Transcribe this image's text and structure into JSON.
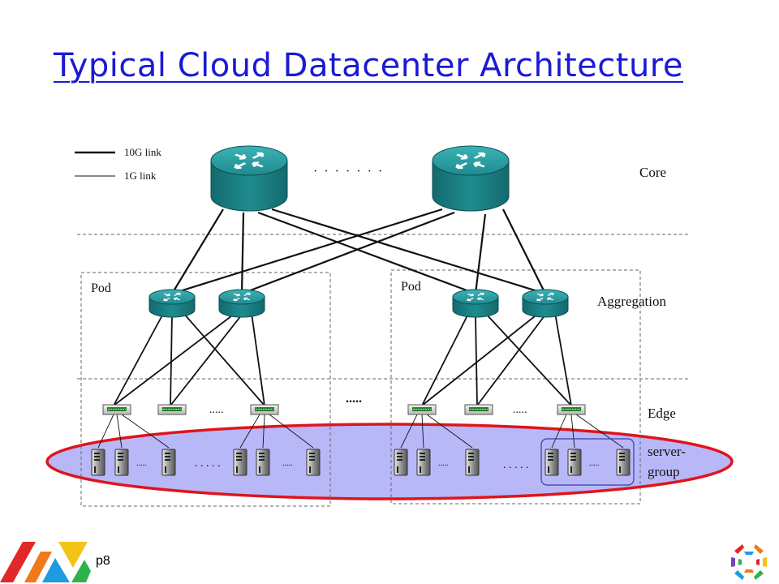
{
  "slide": {
    "title": "Typical Cloud Datacenter Architecture",
    "page_number": "p8"
  },
  "legend": {
    "link_10g": "10G link",
    "link_1g": "1G link"
  },
  "layers": {
    "core": "Core",
    "aggregation": "Aggregation",
    "edge": "Edge",
    "server_group_line1": "server-",
    "server_group_line2": "group"
  },
  "pods": {
    "left_label": "Pod",
    "right_label": "Pod"
  },
  "ellipses": {
    "core_gap": "· · · · · · ·",
    "pod_gap": ".....",
    "edge_gap": ".....",
    "server_gap": ". . . . .",
    "rack_gap": "....."
  },
  "colors": {
    "title": "#1a1ad6",
    "router": "#1f8b8f",
    "highlight_fill": "#b8b8f8",
    "highlight_stroke": "#e0141c"
  }
}
